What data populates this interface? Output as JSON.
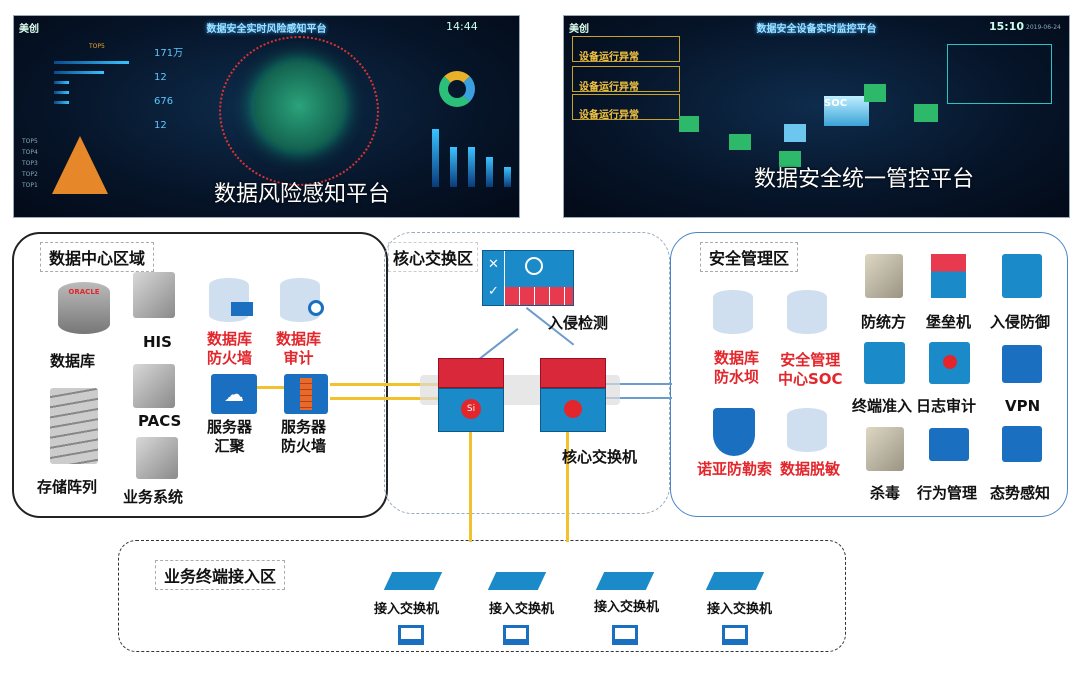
{
  "dashboards": {
    "left": {
      "logo": "美创",
      "title": "数据安全实时风险感知平台",
      "time": "14:44",
      "overlay_title": "数据风险感知平台",
      "stats": [
        "171万",
        "12",
        "676",
        "12"
      ],
      "top_label": "TOP5",
      "pyramid": [
        "TOP5",
        "TOP4",
        "TOP3",
        "TOP2",
        "TOP1"
      ]
    },
    "right": {
      "logo": "美创",
      "title": "数据安全设备实时监控平台",
      "time": "15:10",
      "date": "2019-06-24",
      "alerts": [
        "设备运行异常",
        "设备运行异常",
        "设备运行异常"
      ],
      "soc_label": "SOC",
      "overlay_title": "数据安全统一管控平台"
    }
  },
  "zones": {
    "datacenter": {
      "title": "数据中心区域",
      "items": {
        "database": "数据库",
        "oracle": "ORACLE",
        "his": "HIS",
        "pacs": "PACS",
        "storage": "存储阵列",
        "business": "业务系统",
        "db_firewall": [
          "数据库",
          "防火墙"
        ],
        "db_audit": [
          "数据库",
          "审计"
        ],
        "server_agg": [
          "服务器",
          "汇聚"
        ],
        "server_fw": [
          "服务器",
          "防火墙"
        ]
      }
    },
    "core": {
      "title": "核心交换区",
      "ids": "入侵检测",
      "core_switch": "核心交换机",
      "si": "Si"
    },
    "security": {
      "title": "安全管理区",
      "items": {
        "db_dam": [
          "数据库",
          "防水坝"
        ],
        "soc": [
          "安全管理",
          "中心SOC"
        ],
        "ransom": "诺亚防勒索",
        "masking": "数据脱敏",
        "fangtongfang": "防统方",
        "bastion": "堡垒机",
        "ips": "入侵防御",
        "nac": "终端准入",
        "log_audit": "日志审计",
        "vpn": "VPN",
        "antivirus": "杀毒",
        "behavior": "行为管理",
        "situation": "态势感知"
      }
    },
    "access": {
      "title": "业务终端接入区",
      "switches": [
        "接入交换机",
        "接入交换机",
        "接入交换机",
        "接入交换机"
      ]
    }
  },
  "colors": {
    "red_label": "#e3262b",
    "link_yellow": "#f2c12e",
    "link_blue": "#6a9ccc",
    "device_blue": "#1a8ac9",
    "device_red": "#d9283a"
  }
}
